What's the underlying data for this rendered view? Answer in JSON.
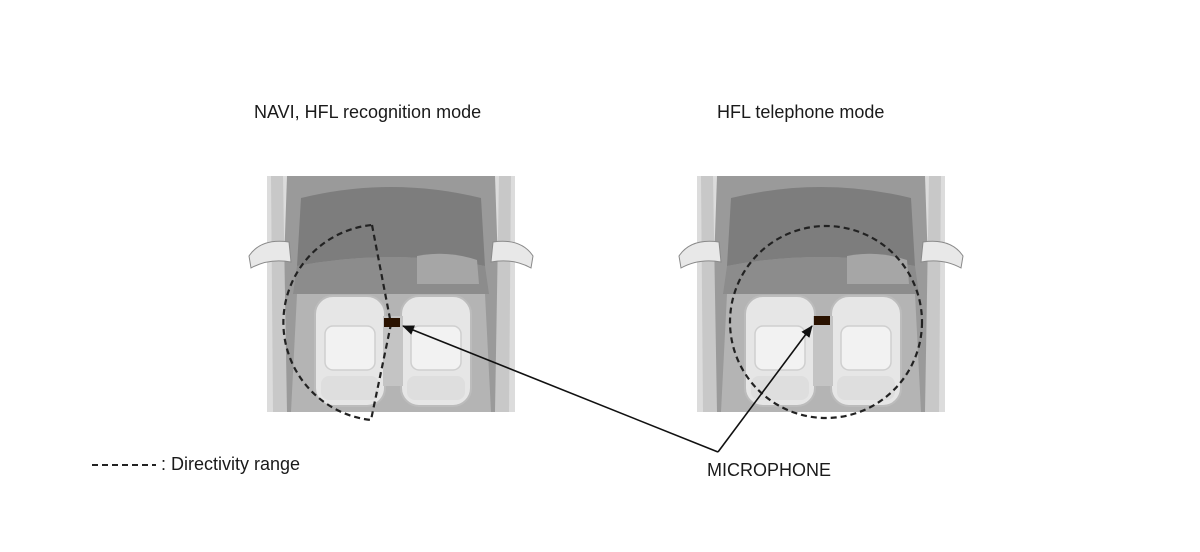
{
  "panels": [
    {
      "title": "NAVI, HFL recognition mode",
      "range": "sector"
    },
    {
      "title": "HFL telephone mode",
      "range": "circle"
    }
  ],
  "callout": {
    "label": "MICROPHONE"
  },
  "legend": {
    "text": ": Directivity range"
  },
  "colors": {
    "line": "#111111",
    "body": "#9a9a9a",
    "windshield": "#7d7d7d",
    "seat": "#e6e6e6",
    "mic": "#2a1200"
  }
}
